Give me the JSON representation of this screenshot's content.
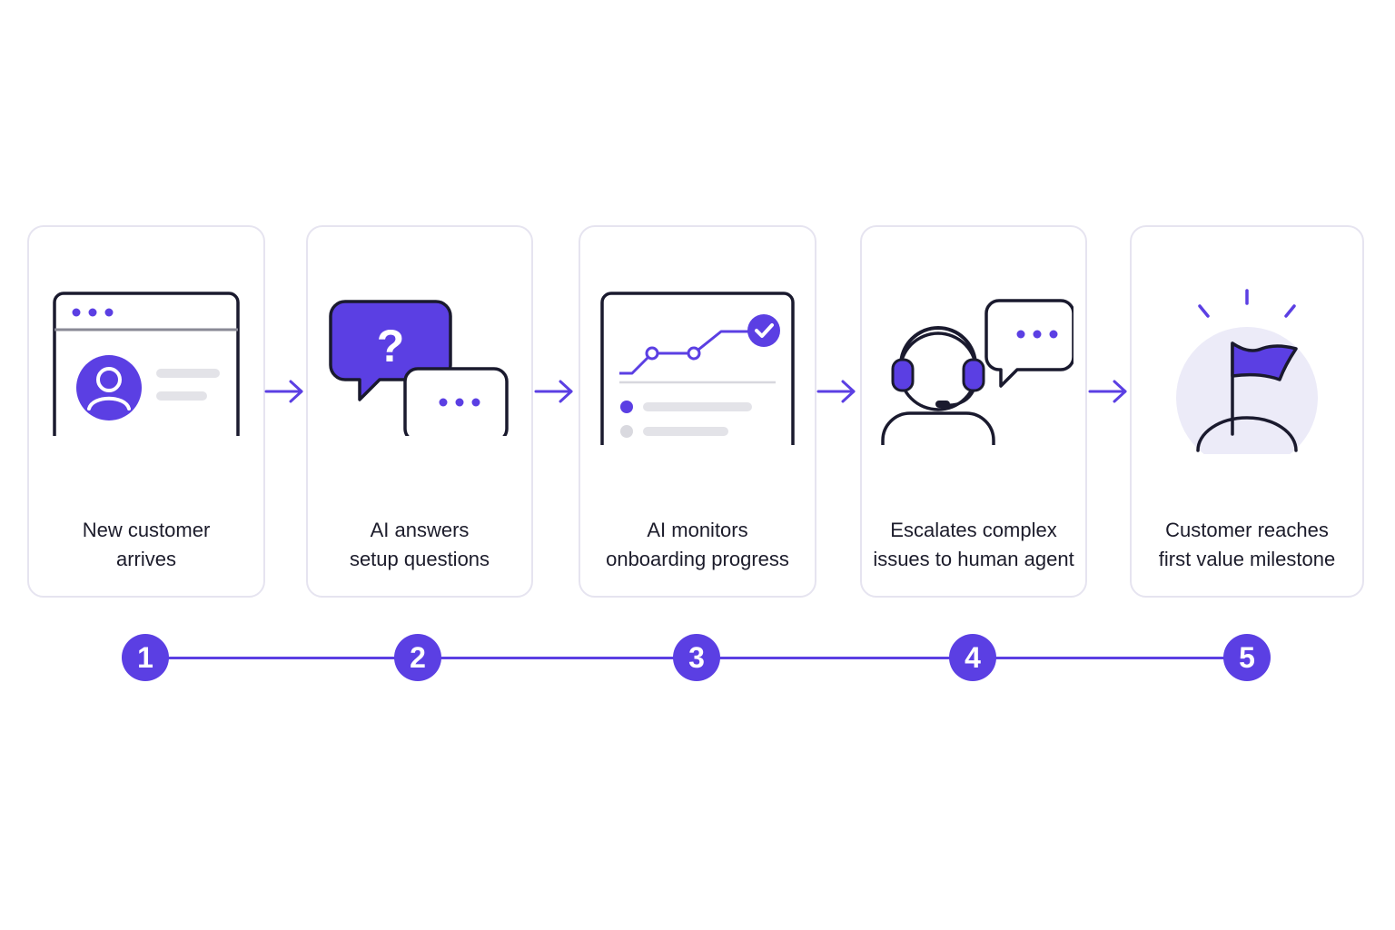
{
  "colors": {
    "accent": "#5b3fe3",
    "accent_light": "#ecebf8",
    "outline": "#1a1a2e",
    "card_border": "#e6e4f0",
    "placeholder_gray": "#e3e3e8"
  },
  "steps": [
    {
      "number": "1",
      "label_line1": "New customer",
      "label_line2": "arrives",
      "icon": "browser-user-icon"
    },
    {
      "number": "2",
      "label_line1": "AI answers",
      "label_line2": "setup questions",
      "icon": "chat-question-icon"
    },
    {
      "number": "3",
      "label_line1": "AI monitors",
      "label_line2": "onboarding progress",
      "icon": "progress-dashboard-icon"
    },
    {
      "number": "4",
      "label_line1": "Escalates complex",
      "label_line2": "issues to human agent",
      "icon": "support-agent-icon"
    },
    {
      "number": "5",
      "label_line1": "Customer reaches",
      "label_line2": "first value milestone",
      "icon": "milestone-flag-icon"
    }
  ]
}
